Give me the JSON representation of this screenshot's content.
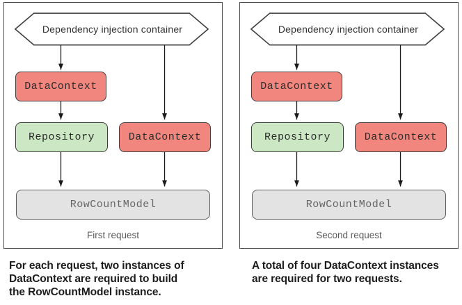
{
  "colors": {
    "datacontext_fill": "#f0867d",
    "repository_fill": "#cbe7c3",
    "rowcountmodel_fill": "#e3e3e3",
    "node_border": "#3d3d3d",
    "rowcountmodel_border": "#5a5a5a",
    "panel_border": "#4a4a4a",
    "arrow": "#1a1a1a"
  },
  "panels": [
    {
      "container_label": "Dependency injection container",
      "datacontext1_label": "DataContext",
      "repository_label": "Repository",
      "datacontext2_label": "DataContext",
      "rowcountmodel_label": "RowCountModel",
      "request_label": "First request",
      "caption": "For each request, two instances of\nDataContext are required to build\nthe RowCountModel instance."
    },
    {
      "container_label": "Dependency injection container",
      "datacontext1_label": "DataContext",
      "repository_label": "Repository",
      "datacontext2_label": "DataContext",
      "rowcountmodel_label": "RowCountModel",
      "request_label": "Second request",
      "caption": "A total of four DataContext instances\nare required for two requests."
    }
  ]
}
